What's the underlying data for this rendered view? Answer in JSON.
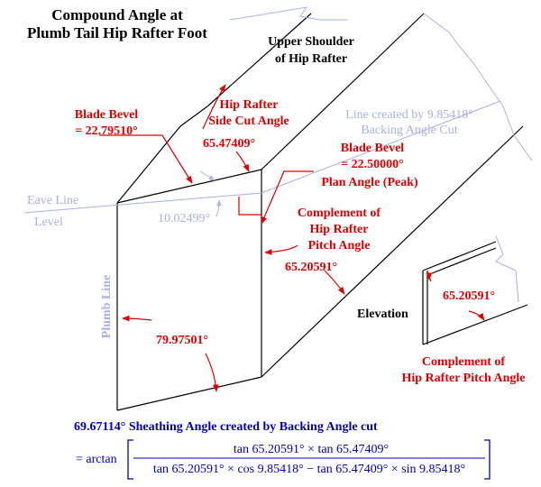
{
  "title": [
    "Compound Angle at",
    "Plumb Tail Hip Rafter Foot"
  ],
  "upper_shoulder": [
    "Upper Shoulder",
    "of Hip Rafter"
  ],
  "blade_bevel_1": [
    "Blade Bevel",
    "= 22.79510°"
  ],
  "hip_side_cut": [
    "Hip Rafter",
    "Side Cut Angle"
  ],
  "side_cut_value": "65.47409°",
  "backing_line": [
    "Line created by 9.85418°",
    "Backing Angle Cut"
  ],
  "blade_bevel_2": [
    "Blade Bevel",
    "= 22.50000°"
  ],
  "plan_angle": "Plan Angle (Peak)",
  "eave_line": "Eave Line",
  "level": "Level",
  "eave_angle": "10.02499°",
  "complement_label": [
    "Complement of",
    "Hip Rafter",
    "Pitch Angle"
  ],
  "complement_value": "65.20591°",
  "plumb_line": "Plumb Line",
  "plumb_angle": "79.97501°",
  "elevation_label": "Elevation",
  "elevation_value": "65.20591°",
  "elevation_caption": [
    "Complement of",
    "Hip Rafter Pitch Angle"
  ],
  "sheathing": "69.67114° Sheathing Angle created by Backing Angle cut",
  "formula": {
    "prefix": "= arctan",
    "numerator": "tan 65.20591° × tan 65.47409°",
    "denominator": "tan 65.20591° × cos 9.85418° − tan 65.47409° × sin 9.85418°"
  },
  "colors": {
    "red": "#e00000",
    "lavender": "#aab0e6",
    "blue": "#0000c0",
    "black": "#000000"
  }
}
